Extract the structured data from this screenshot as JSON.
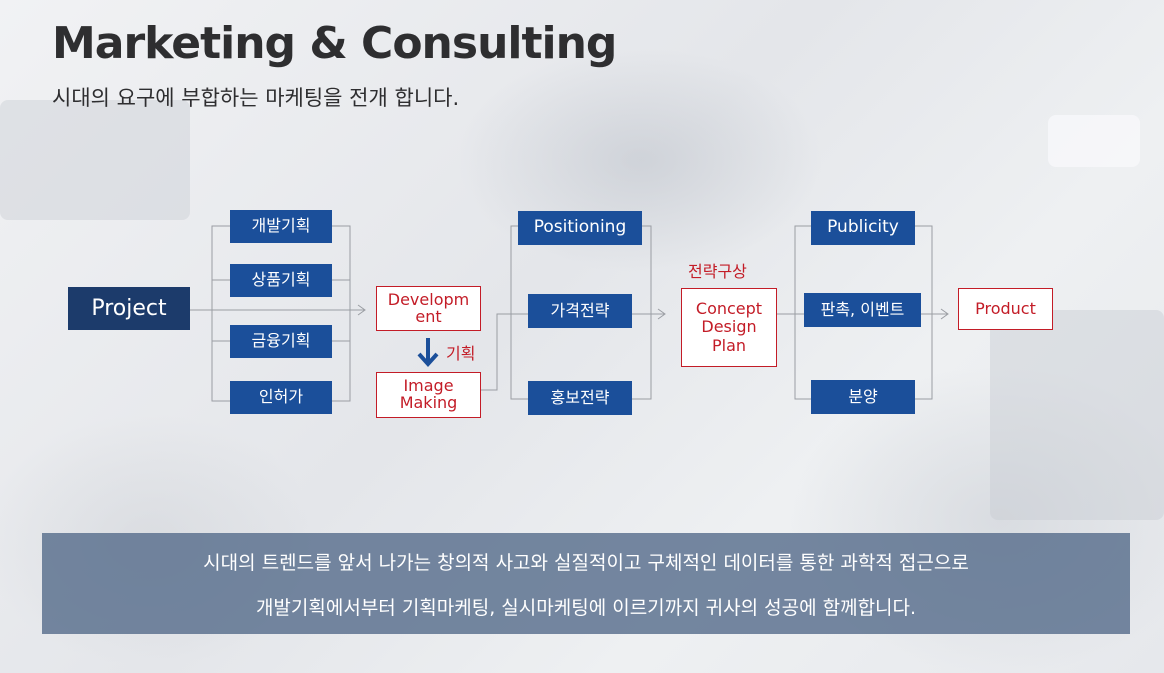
{
  "header": {
    "title": "Marketing & Consulting",
    "subtitle": "시대의 요구에 부합하는 마케팅을 전개 합니다."
  },
  "diagram": {
    "project": "Project",
    "planning_items": [
      "개발기획",
      "상품기획",
      "금융기획",
      "인허가"
    ],
    "development": "Developm ent",
    "planning_label": "기획",
    "image_making": "Image Making",
    "positioning_header": "Positioning",
    "positioning_items": [
      "가격전략",
      "홍보전략"
    ],
    "strategy_label": "전략구상",
    "concept": "Concept Design Plan",
    "publicity_header": "Publicity",
    "publicity_items": [
      "판촉, 이벤트",
      "분양"
    ],
    "product": "Product"
  },
  "banner": {
    "line1": "시대의 트렌드를 앞서 나가는 창의적 사고와 실질적이고 구체적인 데이터를 통한 과학적 접근으로",
    "line2": "개발기획에서부터 기획마케팅, 실시마케팅에 이르기까지 귀사의 성공에 함께합니다."
  },
  "colors": {
    "blue_box": "#1b4f9a",
    "navy_box": "#1c3b6b",
    "accent_red": "#c31c27",
    "banner": "#586e8c"
  }
}
